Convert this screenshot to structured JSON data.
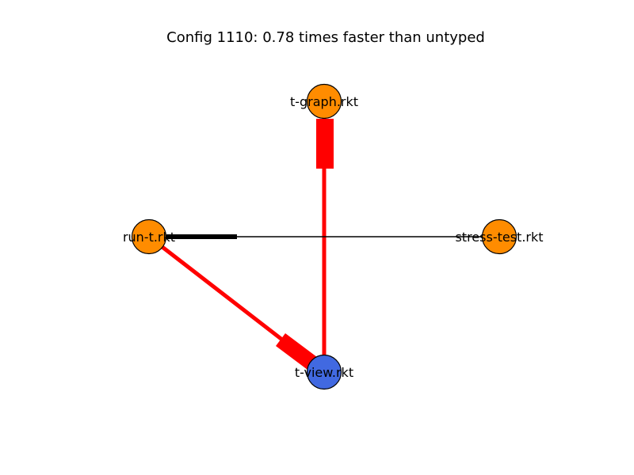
{
  "title": "Config 1110: 0.78 times faster than untyped",
  "colors": {
    "typed_node": "#ff8c00",
    "untyped_node": "#4169e1",
    "slow_edge": "#ff0000",
    "neutral_edge": "#000000",
    "node_border": "#000000"
  },
  "nodes": [
    {
      "id": "t-graph",
      "label": "t-graph.rkt",
      "typed": true
    },
    {
      "id": "run-t",
      "label": "run-t.rkt",
      "typed": true
    },
    {
      "id": "stress-test",
      "label": "stress-test.rkt",
      "typed": true
    },
    {
      "id": "t-view",
      "label": "t-view.rkt",
      "typed": false
    }
  ],
  "edges": [
    {
      "id": "tgraph-tview",
      "from": "t-view",
      "to": "t-graph",
      "color_key": "slow_edge",
      "weight": "heavy"
    },
    {
      "id": "runt-tview",
      "from": "run-t",
      "to": "t-view",
      "color_key": "slow_edge",
      "weight": "heavy"
    },
    {
      "id": "stress-runt",
      "from": "stress-test",
      "to": "run-t",
      "color_key": "neutral_edge",
      "weight": "light"
    }
  ]
}
